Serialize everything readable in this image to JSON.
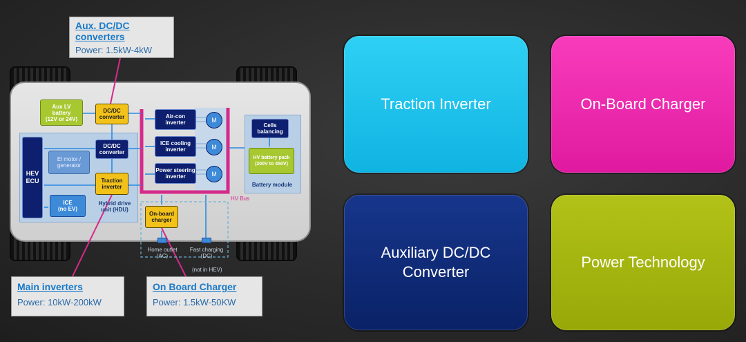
{
  "callouts": {
    "aux": {
      "title_line1": "Aux. DC/DC",
      "title_line2": "converters",
      "power": "Power: 1.5kW-4kW"
    },
    "main": {
      "title": "Main inverters",
      "power": "Power: 10kW-200kW"
    },
    "obc": {
      "title": "On Board Charger",
      "power": "Power: 1.5kW-50KW"
    }
  },
  "diagram": {
    "aux_lv_battery": [
      "Aux LV",
      "battery",
      "(12V or 24V)"
    ],
    "dcdc_top": [
      "DC/DC",
      "converter"
    ],
    "dcdc_mid": [
      "DC/DC",
      "converter"
    ],
    "hev_ecu": [
      "HEV",
      "ECU"
    ],
    "el_motor": [
      "El motor /",
      "generator"
    ],
    "traction_inverter": [
      "Traction",
      "inverter"
    ],
    "ice": [
      "ICE",
      "(no EV)"
    ],
    "hdu_label": [
      "Hybrid drive",
      "unit (HDU)"
    ],
    "aircon_inverter": [
      "Air-con",
      "inverter"
    ],
    "ice_cooling_inverter": [
      "ICE cooling",
      "inverter"
    ],
    "power_steering_inverter": [
      "Power steering",
      "inverter"
    ],
    "motor_symbol": "M",
    "cells_balancing": [
      "Cells",
      "balancing"
    ],
    "hv_battery_pack": [
      "HV battery pack",
      "(200V to 450V)"
    ],
    "battery_module": "Battery module",
    "hv_bus": "HV Bus",
    "onboard_charger": [
      "On-board",
      "charger"
    ],
    "home_outlet": [
      "Home outlet",
      "(AC)"
    ],
    "fast_charging": [
      "Fast charging",
      "(DC)"
    ],
    "not_in_hev": "(not in HEV)"
  },
  "tiles": [
    {
      "label": "Traction Inverter",
      "color": "#18c0ea"
    },
    {
      "label": "On-Board Charger",
      "color": "#f02aae"
    },
    {
      "label": "Auxiliary DC/DC Converter",
      "color": "#0d2a78"
    },
    {
      "label": "Power Technology",
      "color": "#a4b40e"
    }
  ],
  "colors": {
    "navy_block": "#0d1f6e",
    "lime_block": "#a8c832",
    "yellow_block": "#f2c21a",
    "hv_bus": "#d42a8a",
    "callout_title": "#1a7ac8"
  }
}
